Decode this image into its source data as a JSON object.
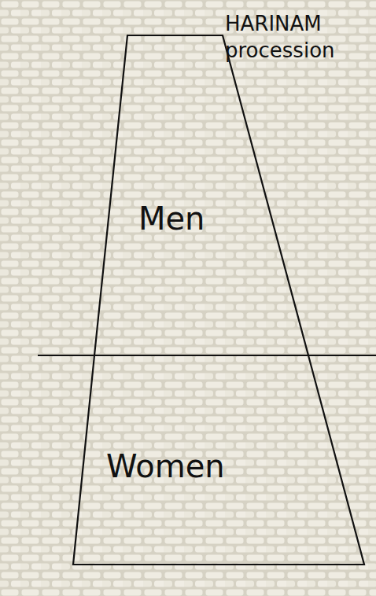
{
  "diagram": {
    "nodes": [
      {
        "text": [
          "Men"
        ]
      },
      {
        "text": [
          "Women"
        ]
      }
    ],
    "labels": [
      "HARINAM procession"
    ]
  }
}
